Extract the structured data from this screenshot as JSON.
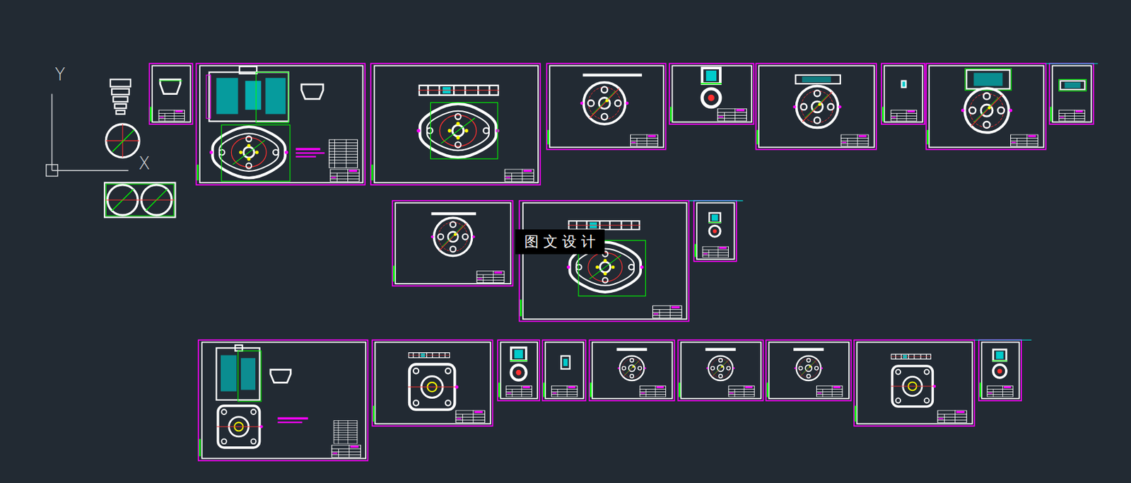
{
  "diagram": {
    "labels": [
      "Y",
      "X",
      "图 文 设 计"
    ]
  }
}
